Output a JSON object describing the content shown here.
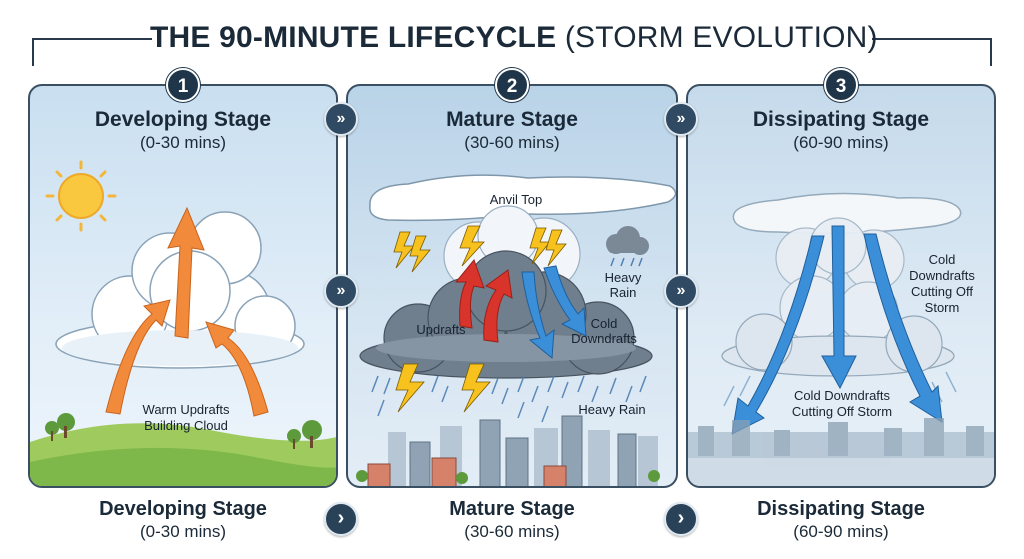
{
  "title": {
    "main": "THE 90-MINUTE LIFECYCLE",
    "sub": "(STORM EVOLUTION)"
  },
  "stages": [
    {
      "number": "1",
      "name": "Developing Stage",
      "time": "(0-30 mins)",
      "labels": {
        "updrafts": "Warm Updrafts\nBuilding Cloud"
      }
    },
    {
      "number": "2",
      "name": "Mature Stage",
      "time": "(30-60 mins)",
      "labels": {
        "anvil": "Anvil Top",
        "heavy_rain_small": "Heavy\nRain",
        "updrafts": "Updrafts",
        "downdrafts": "Cold\nDowndrafts",
        "heavy_rain": "Heavy Rain"
      }
    },
    {
      "number": "3",
      "name": "Dissipating Stage",
      "time": "(60-90 mins)",
      "labels": {
        "downdrafts_right": "Cold\nDowndrafts\nCutting Off\nStorm",
        "downdrafts_center": "Cold Downdrafts\nCutting Off Storm"
      }
    }
  ],
  "arrows": {
    "double": "»",
    "single": "›"
  },
  "colors": {
    "badge": "#1f3549",
    "updraft": "#f28a3c",
    "updraft_red": "#d9342b",
    "downdraft": "#3b8fd8",
    "lightning": "#f7c21e",
    "grass": "#7fb84a"
  },
  "icons": [
    "sun-icon",
    "cloud-icon",
    "lightning-icon",
    "rain-cloud-icon",
    "chevron-right-icon"
  ]
}
